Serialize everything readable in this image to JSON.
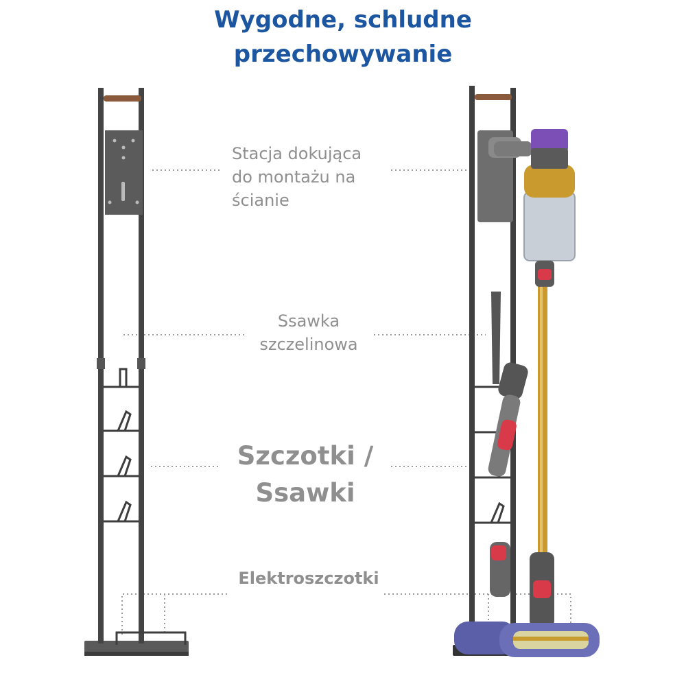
{
  "title": {
    "line1": "Wygodne, schludne",
    "line2": "przechowywanie"
  },
  "labels": {
    "dock": {
      "line1": "Stacja dokująca",
      "line2": "do montażu na",
      "line3": "ścianie"
    },
    "crevice": {
      "line1": "Ssawka",
      "line2": "szczelinowa"
    },
    "brushes": {
      "line1": "Szczotki /",
      "line2": "Ssawki"
    },
    "electric": {
      "line1": "Elektroszczotki"
    }
  },
  "colors": {
    "title": "#1c56a0",
    "label": "#8f8f8f",
    "stand": "#4a4a4a",
    "wood": "#8b5a3c",
    "vacuum_gold": "#c99a2e",
    "vacuum_purple": "#7b4fb6",
    "accent_red": "#d83a4a"
  }
}
